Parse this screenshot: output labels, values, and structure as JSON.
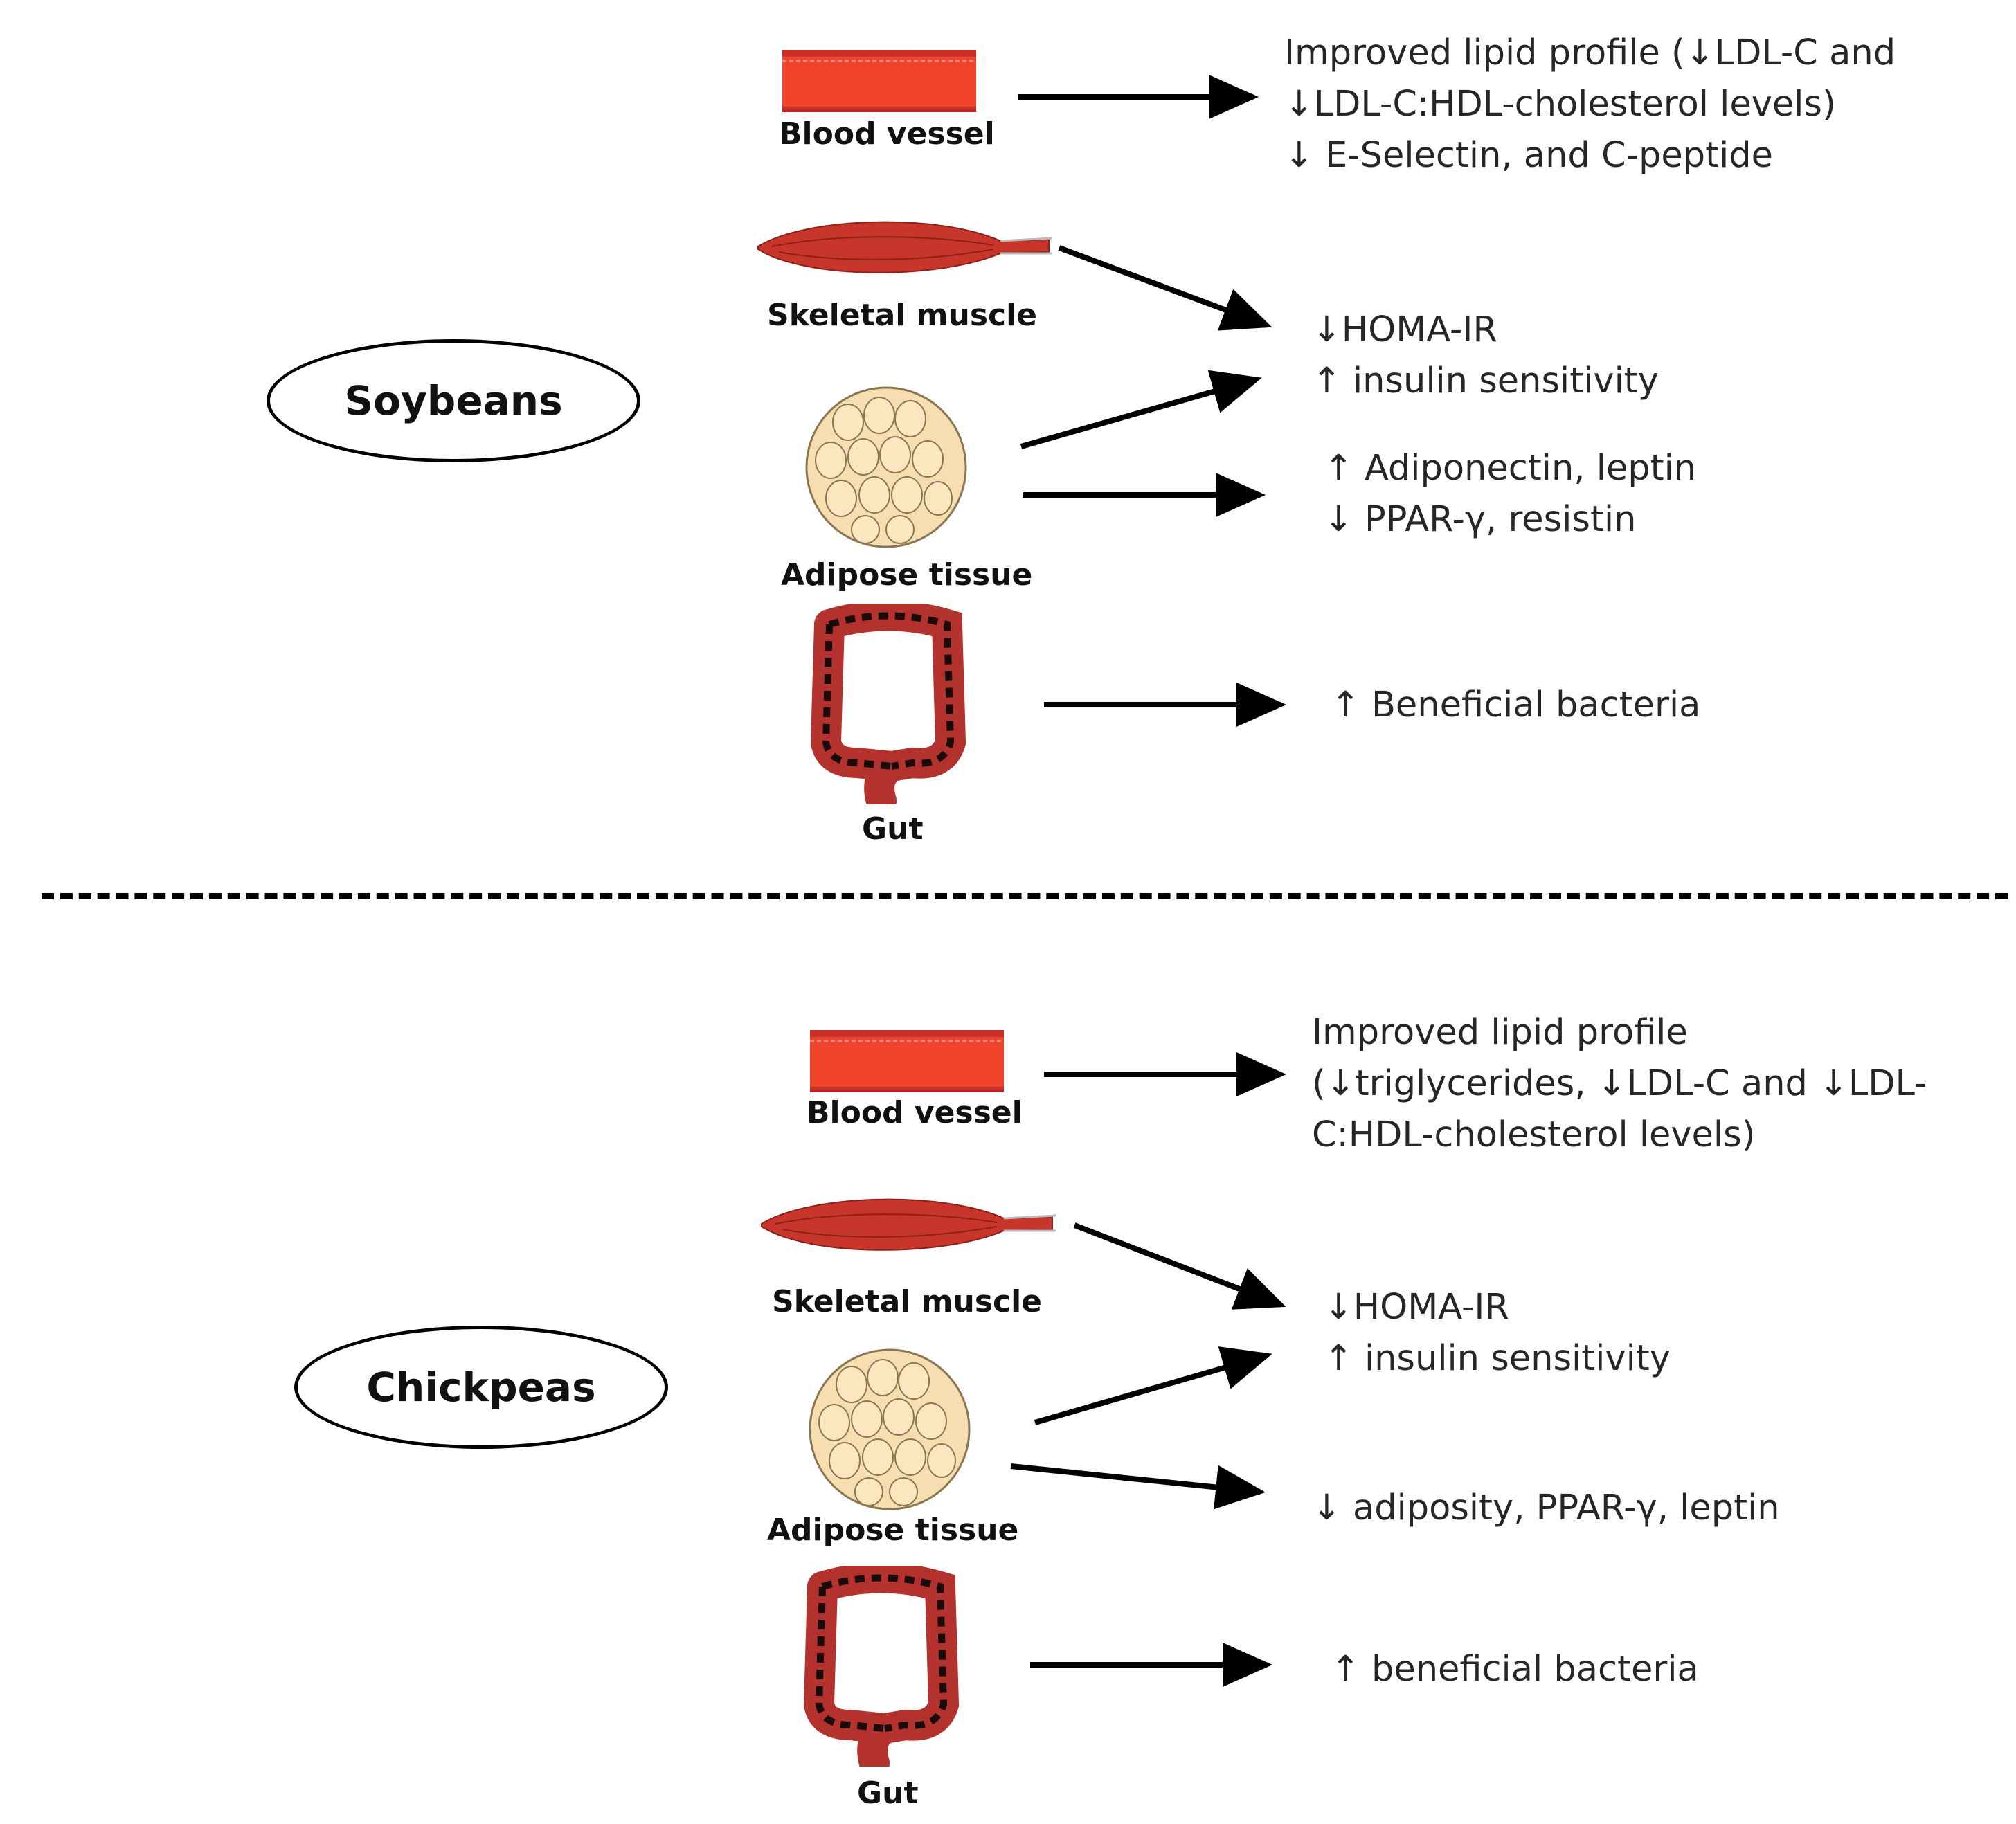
{
  "soy": {
    "food": "Soybeans",
    "organs": {
      "blood_vessel": "Blood vessel",
      "skeletal_muscle": "Skeletal muscle",
      "adipose_tissue": "Adipose tissue",
      "gut": "Gut"
    },
    "effects": {
      "lipid": [
        "Improved  lipid profile (↓LDL-C and",
        "↓LDL-C:HDL-cholesterol levels)",
        "↓ E-Selectin, and C-peptide"
      ],
      "homa": [
        "↓HOMA-IR",
        "↑ insulin sensitivity"
      ],
      "adipo": [
        "↑ Adiponectin,  leptin",
        "↓ PPAR-γ, resistin"
      ],
      "gut": "↑ Beneficial bacteria"
    }
  },
  "chick": {
    "food": "Chickpeas",
    "organs": {
      "blood_vessel": "Blood vessel",
      "skeletal_muscle": "Skeletal muscle",
      "adipose_tissue": "Adipose tissue",
      "gut": "Gut"
    },
    "effects": {
      "lipid": [
        "Improved  lipid profile",
        "(↓triglycerides, ↓LDL-C and ↓LDL-",
        "C:HDL-cholesterol levels)"
      ],
      "homa": [
        "↓HOMA-IR",
        "↑ insulin sensitivity"
      ],
      "adipo": "↓ adiposity, PPAR-γ, leptin",
      "gut": "↑ beneficial bacteria"
    }
  },
  "colors": {
    "vessel_red": "#f0442a",
    "muscle_red": "#c8352a",
    "fat_fill": "#f7deb0",
    "gut_red": "#b3322e"
  }
}
